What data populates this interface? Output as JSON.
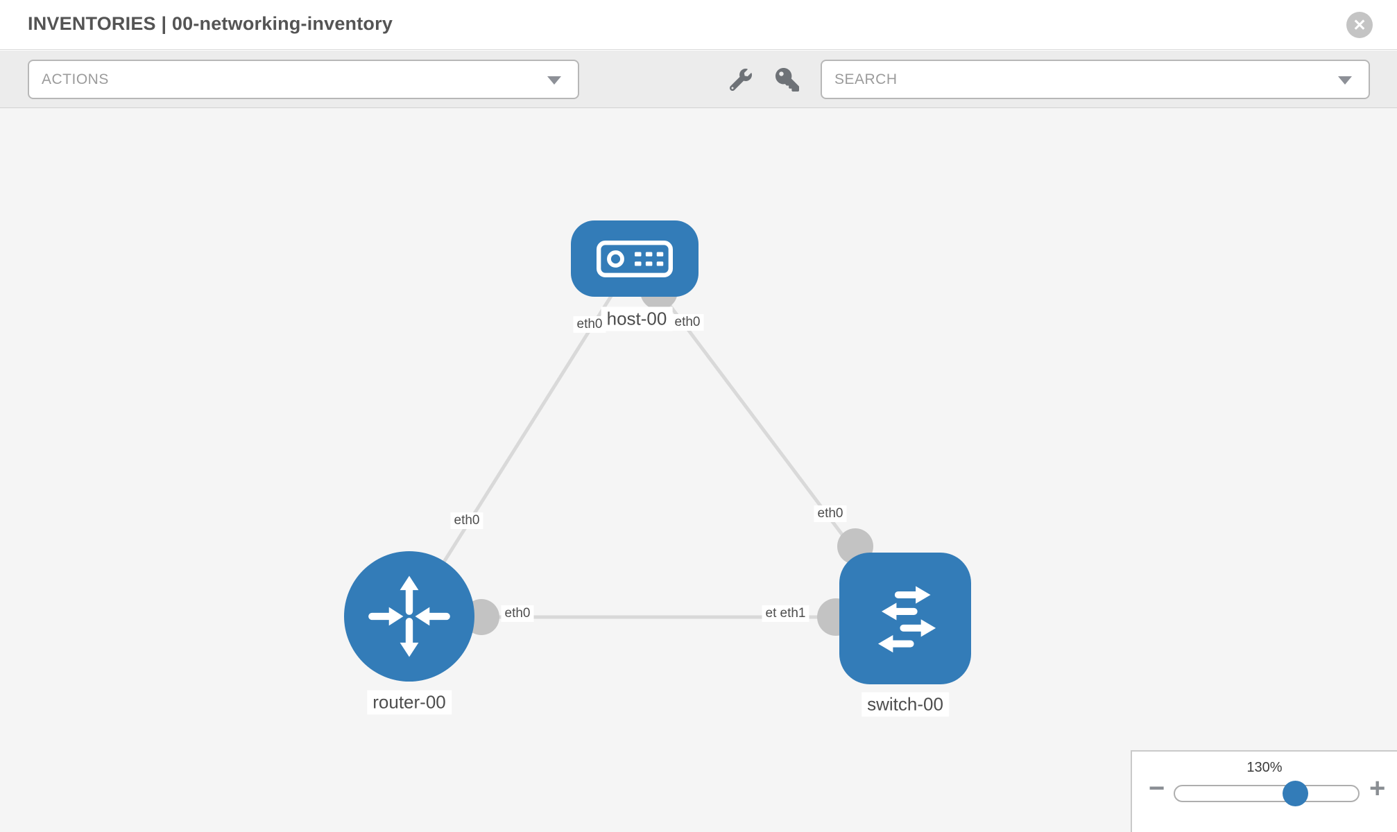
{
  "header": {
    "title": "INVENTORIES | 00-networking-inventory"
  },
  "icons": {
    "close_glyph": "✕"
  },
  "toolbar": {
    "actions_label": "ACTIONS",
    "search_placeholder": "SEARCH"
  },
  "topology": {
    "nodes": [
      {
        "id": "host-00",
        "type": "host",
        "label": "host-00"
      },
      {
        "id": "router-00",
        "type": "router",
        "label": "router-00"
      },
      {
        "id": "switch-00",
        "type": "switch",
        "label": "switch-00"
      }
    ],
    "links": [
      {
        "from": "host-00",
        "from_interface": "eth0",
        "to": "router-00",
        "to_interface": "eth0"
      },
      {
        "from": "host-00",
        "from_interface": "eth0",
        "to": "switch-00",
        "to_interface": "eth0"
      },
      {
        "from": "router-00",
        "from_interface": "eth0",
        "to": "switch-00",
        "to_interface": "eth1"
      }
    ]
  },
  "labels": {
    "host_if_left": "eth0",
    "host_if_right": "eth0",
    "link_host_router_if": "eth0",
    "link_host_switch_if": "eth0",
    "link_rs_router_if": "eth0",
    "link_rs_switch_if_under": "eth0",
    "link_rs_switch_if": "eth1"
  },
  "zoom_control": {
    "level": "130%",
    "value_percent": 130,
    "minus_label": "−",
    "plus_label": "+"
  },
  "colors": {
    "node_blue": "#337cb8",
    "link_gray": "#d9d9d9",
    "connector_gray": "#c3c3c3",
    "canvas_bg": "#f5f5f5",
    "toolbar_bg": "#ececec",
    "close_circle": "#c4c4c4",
    "icon_gray": "#6e7277"
  }
}
